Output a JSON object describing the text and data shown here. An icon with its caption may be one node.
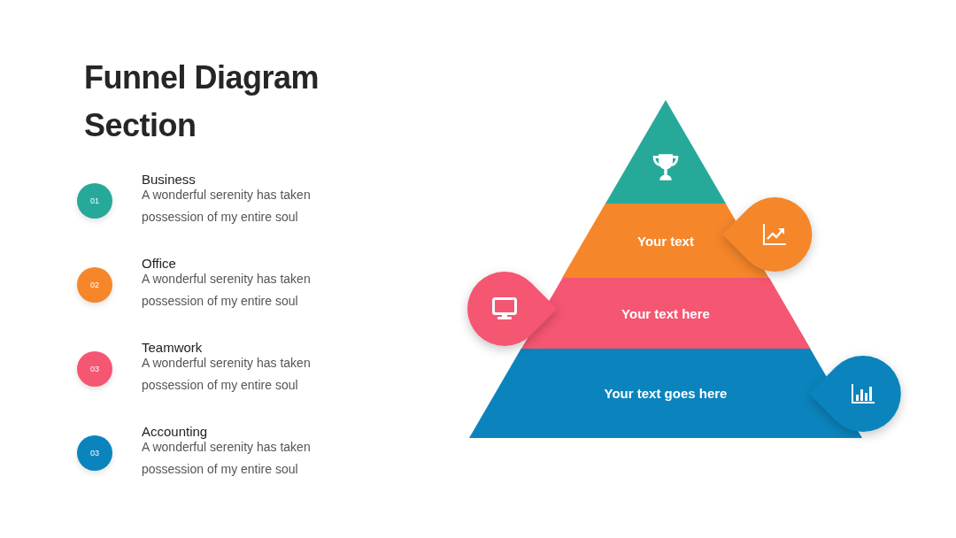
{
  "diagram": {
    "title": "Funnel Diagram Section",
    "nodes": [
      {
        "text": [
          "01"
        ],
        "beside": [
          "Business",
          "A wonderful serenity has taken possession of my entire soul"
        ]
      },
      {
        "text": [
          "02"
        ],
        "beside": [
          "Office",
          "A wonderful serenity has taken possession of my entire soul"
        ]
      },
      {
        "text": [
          "03"
        ],
        "beside": [
          "Teamwork",
          "A wonderful serenity has taken possession of my entire soul"
        ]
      },
      {
        "text": [
          "03"
        ],
        "beside": [
          "Accounting",
          "A wonderful serenity has taken possession of my entire soul"
        ]
      },
      {
        "text": [],
        "shape": "triangle"
      },
      {
        "text": [
          "Your text"
        ]
      },
      {
        "text": [],
        "shape": "circle"
      },
      {
        "text": [
          "Your text here"
        ]
      },
      {
        "text": [],
        "shape": "circle"
      },
      {
        "text": [
          "Your text goes here"
        ]
      },
      {
        "text": [],
        "shape": "circle"
      }
    ]
  }
}
